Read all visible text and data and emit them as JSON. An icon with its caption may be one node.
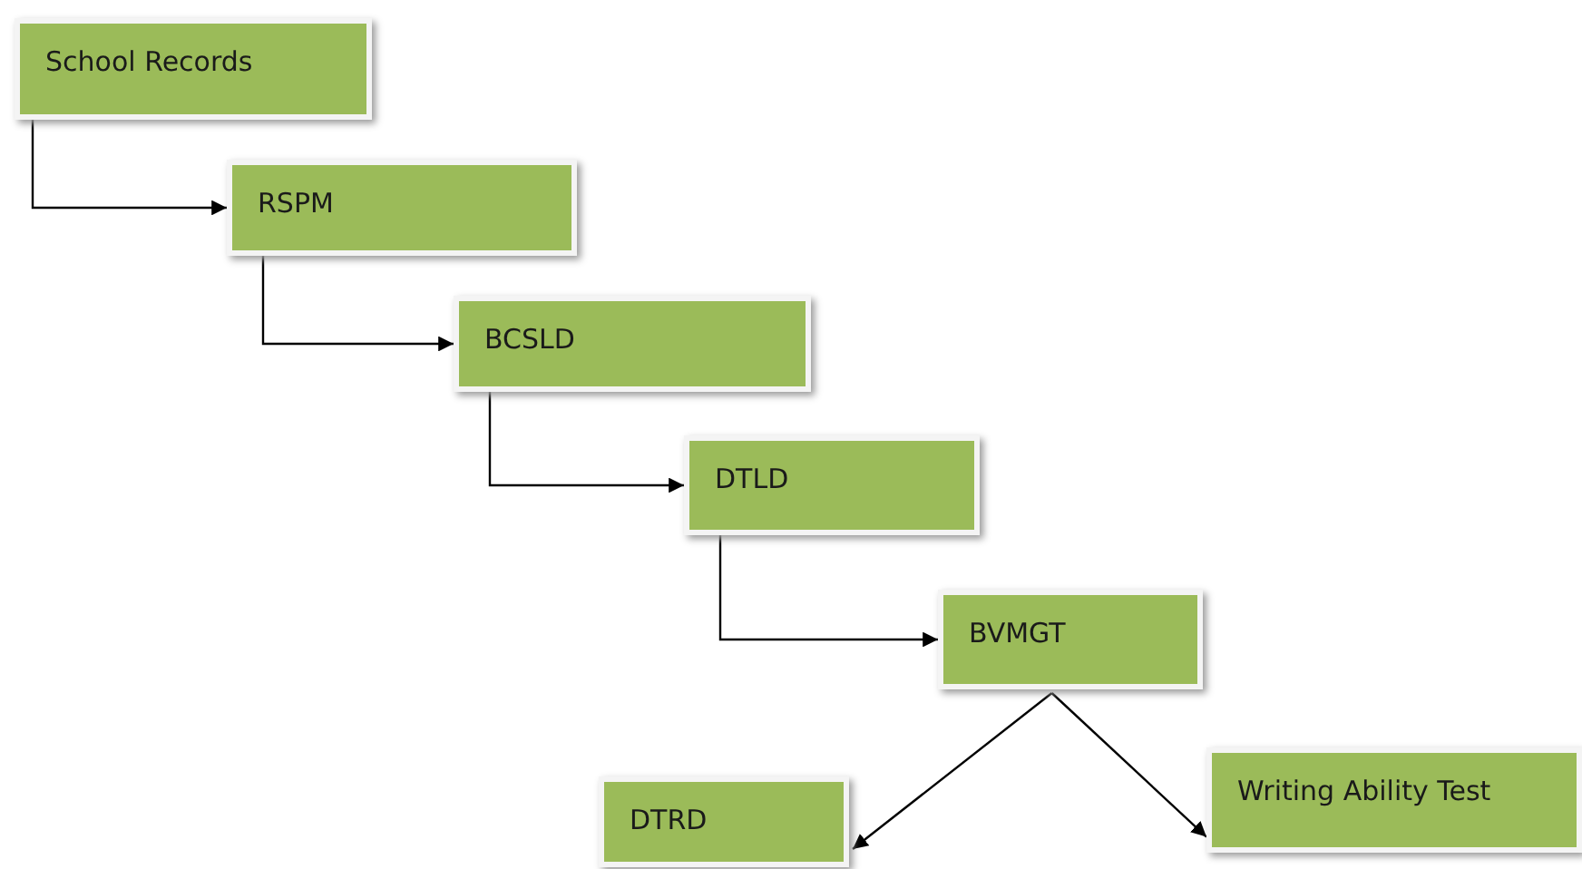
{
  "diagram": {
    "nodes": [
      {
        "text": [
          "School Records"
        ]
      },
      {
        "text": [
          "RSPM"
        ]
      },
      {
        "text": [
          "BCSLD"
        ]
      },
      {
        "text": [
          "DTLD"
        ]
      },
      {
        "text": [
          "BVMGT"
        ]
      },
      {
        "text": [
          "DTRD"
        ]
      },
      {
        "text": [
          "Writing Ability Test"
        ]
      }
    ],
    "edges": [
      {
        "from": 0,
        "to": 1,
        "arrow": "to"
      },
      {
        "from": 1,
        "to": 2,
        "arrow": "to"
      },
      {
        "from": 2,
        "to": 3,
        "arrow": "to"
      },
      {
        "from": 3,
        "to": 4,
        "arrow": "to"
      },
      {
        "from": 4,
        "to": 5,
        "arrow": "to"
      },
      {
        "from": 4,
        "to": 6,
        "arrow": "to"
      }
    ]
  }
}
